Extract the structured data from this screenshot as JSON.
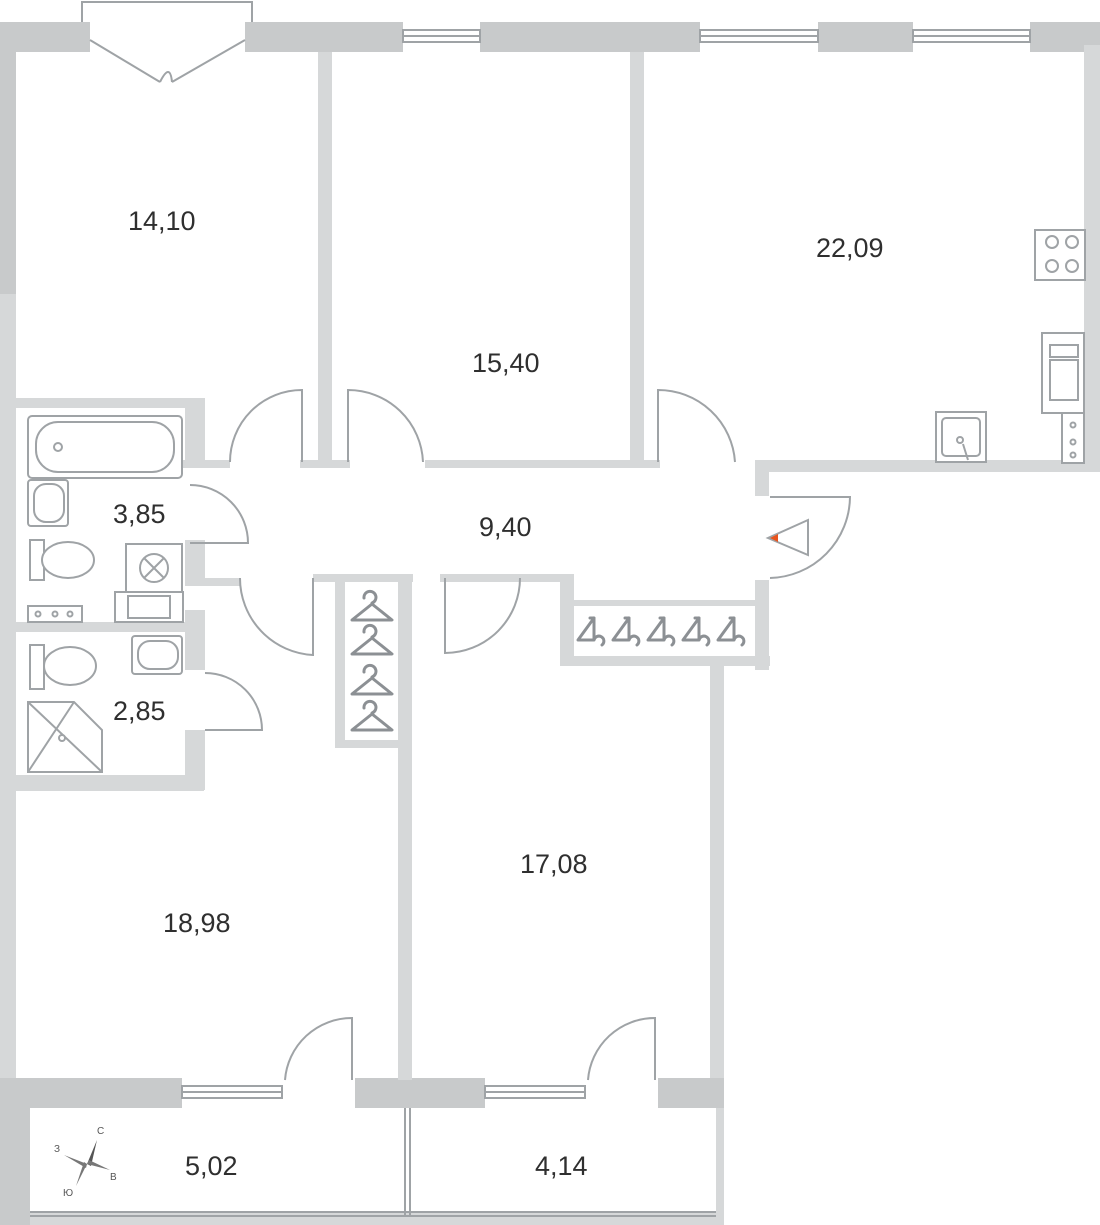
{
  "rooms": [
    {
      "id": "room-1",
      "area": "14,10"
    },
    {
      "id": "room-2",
      "area": "15,40"
    },
    {
      "id": "kitchen",
      "area": "22,09"
    },
    {
      "id": "bathroom-1",
      "area": "3,85"
    },
    {
      "id": "hall",
      "area": "9,40"
    },
    {
      "id": "bathroom-2",
      "area": "2,85"
    },
    {
      "id": "room-3",
      "area": "18,98"
    },
    {
      "id": "room-4",
      "area": "17,08"
    },
    {
      "id": "balcony-1",
      "area": "5,02"
    },
    {
      "id": "balcony-2",
      "area": "4,14"
    }
  ],
  "compass": {
    "north": "С",
    "south": "Ю",
    "east": "В",
    "west": "З"
  },
  "colors": {
    "wall": "#c8cacb",
    "line": "#9fa3a6",
    "entrance_marker": "#e8541e"
  }
}
